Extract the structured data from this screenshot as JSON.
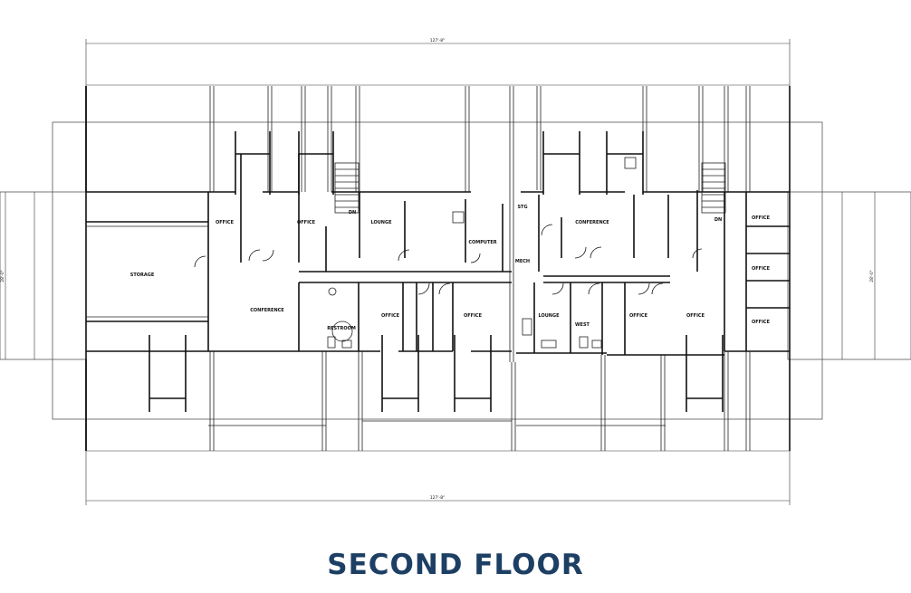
{
  "caption": "SECOND FLOOR",
  "colors": {
    "caption": "#1d3f64",
    "lines": "#111111"
  },
  "rooms": {
    "storage": "STORAGE",
    "office_1": "OFFICE",
    "office_2": "OFFICE",
    "conference_1": "CONFERENCE",
    "lounge_1": "LOUNGE",
    "restroom": "RESTROOM",
    "office_3": "OFFICE",
    "office_4": "OFFICE",
    "computer": "COMPUTER",
    "stg": "STG",
    "mech": "MECH",
    "conference_2": "CONFERENCE",
    "lounge_2": "LOUNGE",
    "west": "WEST",
    "office_5": "OFFICE",
    "office_6": "OFFICE",
    "office_7": "OFFICE",
    "office_8": "OFFICE",
    "office_9": "OFFICE",
    "dn_1": "DN",
    "dn_2": "DN"
  },
  "dims": {
    "overall_top": "127'-8\"",
    "overall_bottom": "127'-8\"",
    "left_total": "28'-0\"",
    "right_total": "28'-0\""
  }
}
